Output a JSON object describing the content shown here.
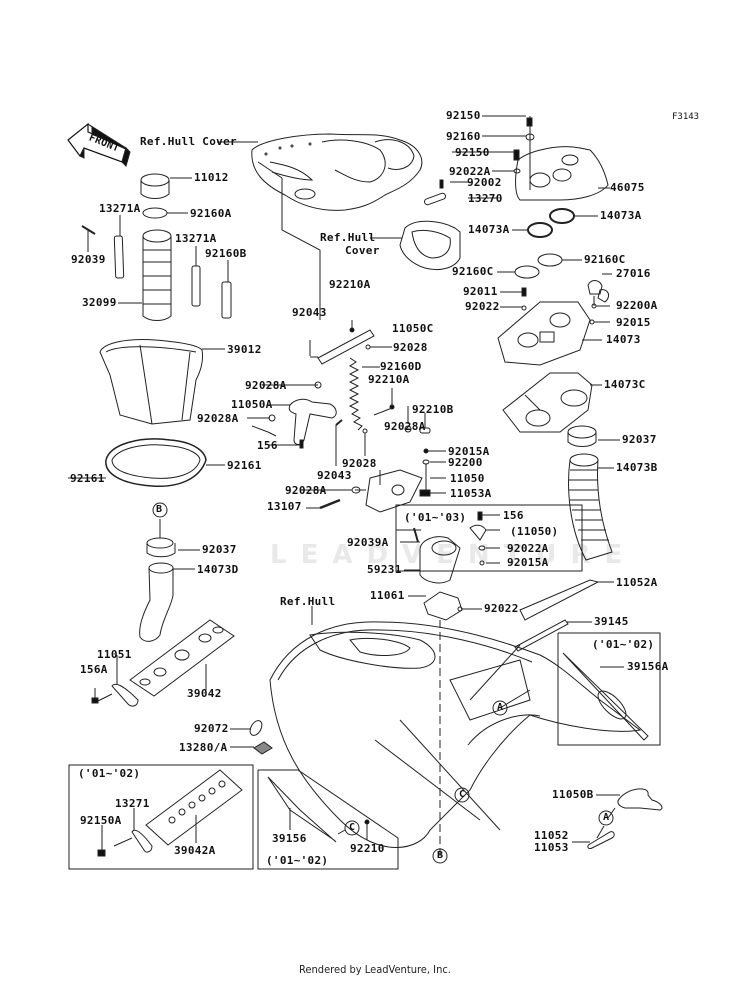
{
  "figure_id": "F3143",
  "footer": "Rendered by LeadVenture, Inc.",
  "watermark": "LEADVENTURE",
  "front_arrow": "FRONT",
  "references": {
    "hull_cover_top": "Ref.Hull Cover",
    "hull_cover_mid_1": "Ref.Hull",
    "hull_cover_mid_2": "Cover",
    "hull": "Ref.Hull"
  },
  "callouts": {
    "a": "A",
    "b": "B",
    "c": "C"
  },
  "year_notes": {
    "box_mid": "('01~'03)",
    "box_right": "('01~'02)",
    "box_bottom_left": "('01~'02)",
    "box_bottom_center": "('01~'02)"
  },
  "parts": {
    "p92150_top": "92150",
    "p92160": "92160",
    "p92150": "92150",
    "p92022A_top": "92022A",
    "p92002": "92002",
    "p13270": "13270",
    "p46075": "46075",
    "p14073A_r": "14073A",
    "p14073A_l": "14073A",
    "p92160C_r": "92160C",
    "p92160C_l": "92160C",
    "p27016": "27016",
    "p92011": "92011",
    "p92022_top": "92022",
    "p92200A": "92200A",
    "p92015": "92015",
    "p14073": "14073",
    "p14073C": "14073C",
    "p92037_r": "92037",
    "p14073B": "14073B",
    "p11012": "11012",
    "p92160A": "92160A",
    "p13271A_l": "13271A",
    "p13271A_r": "13271A",
    "p92160B": "92160B",
    "p92039": "92039",
    "p32099": "32099",
    "p39012": "39012",
    "p92161_r": "92161",
    "p92161_l": "92161",
    "p92037_l": "92037",
    "p14073D": "14073D",
    "p92043_top": "92043",
    "p92210A_top": "92210A",
    "p11050C": "11050C",
    "p92028_top": "92028",
    "p92160D": "92160D",
    "p92210A_mid": "92210A",
    "p92028A_1": "92028A",
    "p11050A": "11050A",
    "p92028A_2": "92028A",
    "p156": "156",
    "p92210B": "92210B",
    "p92028A_3": "92028A",
    "p92028_mid": "92028",
    "p92015A": "92015A",
    "p92200": "92200",
    "p92043_mid": "92043",
    "p11050": "11050",
    "p92028A_4": "92028A",
    "p11053A": "11053A",
    "p13107": "13107",
    "p156_box": "156",
    "p11050_box": "(11050)",
    "p92022A_box": "92022A",
    "p92015A_box": "92015A",
    "p92039A": "92039A",
    "p59231": "59231",
    "p11061": "11061",
    "p92022_mid": "92022",
    "p11052A": "11052A",
    "p39145": "39145",
    "p39156A": "39156A",
    "p11051": "11051",
    "p156A": "156A",
    "p39042": "39042",
    "p92072": "92072",
    "p13280A": "13280/A",
    "p13271": "13271",
    "p92150A": "92150A",
    "p39042A": "39042A",
    "p39156": "39156",
    "p92210": "92210",
    "p11050B": "11050B",
    "p11052": "11052",
    "p11053": "11053"
  }
}
